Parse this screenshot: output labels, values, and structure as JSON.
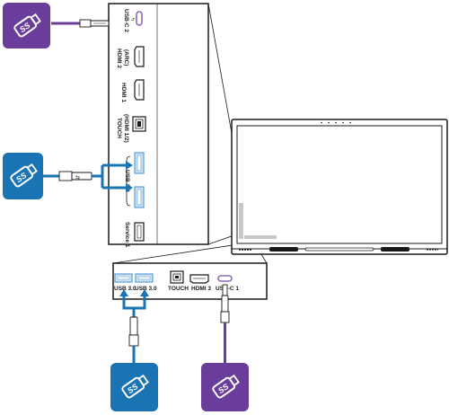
{
  "colors": {
    "purple": "#6a3d9a",
    "blue": "#1a74b4",
    "panel_stroke": "#1a1a1a",
    "port_blue": "#5aa0d8",
    "usbc_port": "#8a6bb5"
  },
  "side_panel": {
    "ports": {
      "usbc2": "USB-C 2",
      "hdmi2": "HDMI 2",
      "hdmi2_sub": "(ARC)",
      "hdmi1": "HDMI 1",
      "touch": "TOUCH",
      "touch_sub": "(HDMI 1/2)",
      "usb30": "USB 3.0",
      "service": "Service 1"
    }
  },
  "bottom_panel": {
    "ports": {
      "usb30_a": "USB 3.0",
      "usb30_b": "USB 3.0",
      "touch": "TOUCH",
      "hdmi3": "HDMI 3",
      "usbc1": "USB-C 1"
    }
  },
  "icons": {
    "top_left": "usb-drive-icon",
    "mid_left": "usb-drive-icon",
    "bottom_left": "usb-drive-icon",
    "bottom_right": "usb-drive-icon"
  }
}
